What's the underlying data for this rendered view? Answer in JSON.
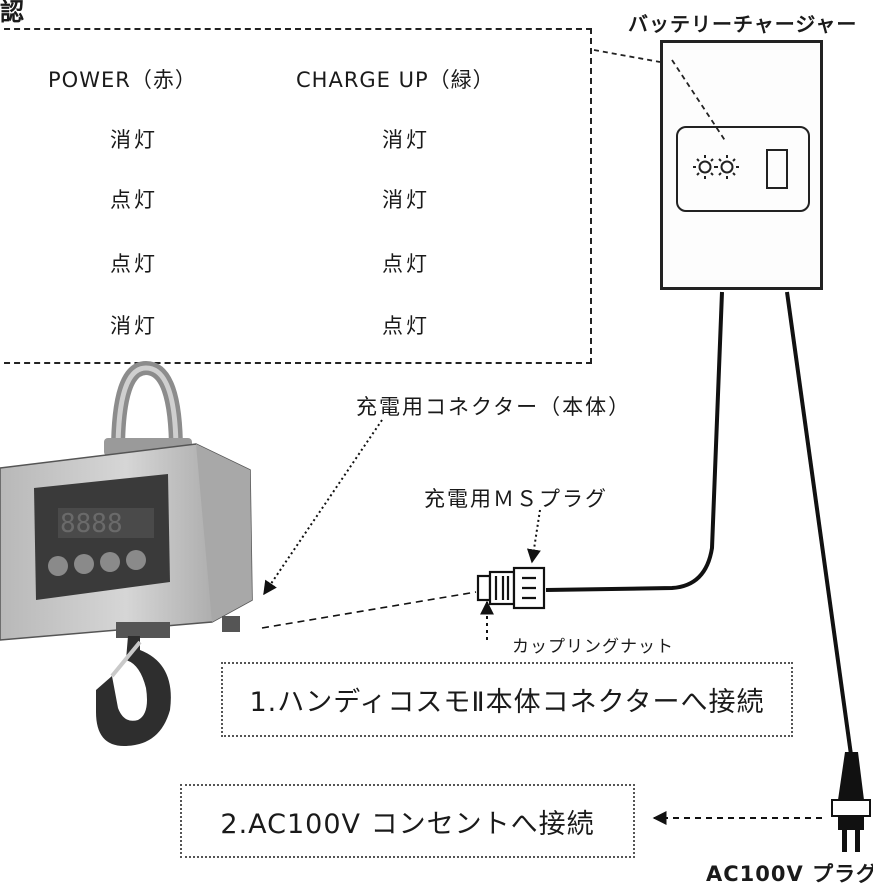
{
  "title_fragment": "認",
  "status_table": {
    "headers": [
      "POWER（赤）",
      "CHARGE UP（緑）"
    ],
    "rows": [
      [
        "消灯",
        "消灯"
      ],
      [
        "点灯",
        "消灯"
      ],
      [
        "点灯",
        "点灯"
      ],
      [
        "消灯",
        "点灯"
      ]
    ]
  },
  "labels": {
    "charger": "バッテリーチャージャー",
    "connector_body": "充電用コネクター（本体）",
    "ms_plug": "充電用ＭＳプラグ",
    "coupling_nut": "カップリングナット",
    "ac_plug": "AC100V プラグ"
  },
  "steps": [
    "1.ハンディコスモⅡ本体コネクターへ接続",
    "2.AC100V コンセントへ接続"
  ]
}
